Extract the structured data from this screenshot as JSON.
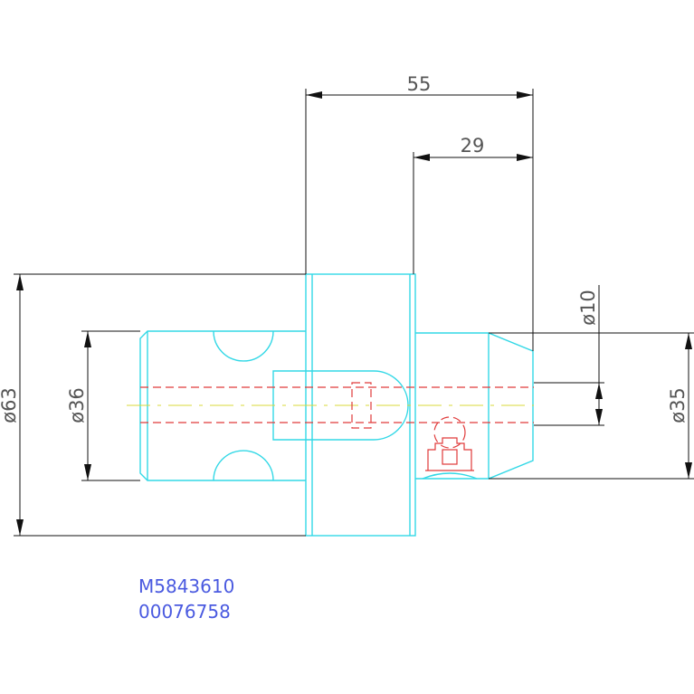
{
  "dimensions": {
    "overall_length": "55",
    "right_length": "29",
    "flange_diameter": "ø63",
    "left_diameter": "ø36",
    "bore_diameter": "ø10",
    "right_diameter": "ø35"
  },
  "part_codes": {
    "part_number": "M5843610",
    "serial_number": "00076758"
  },
  "colors": {
    "outline": "#33d8e6",
    "dimension": "#111111",
    "hidden": "#e03a3a",
    "centerline": "#d8d83a",
    "text_codes": "#4a5ae0"
  }
}
